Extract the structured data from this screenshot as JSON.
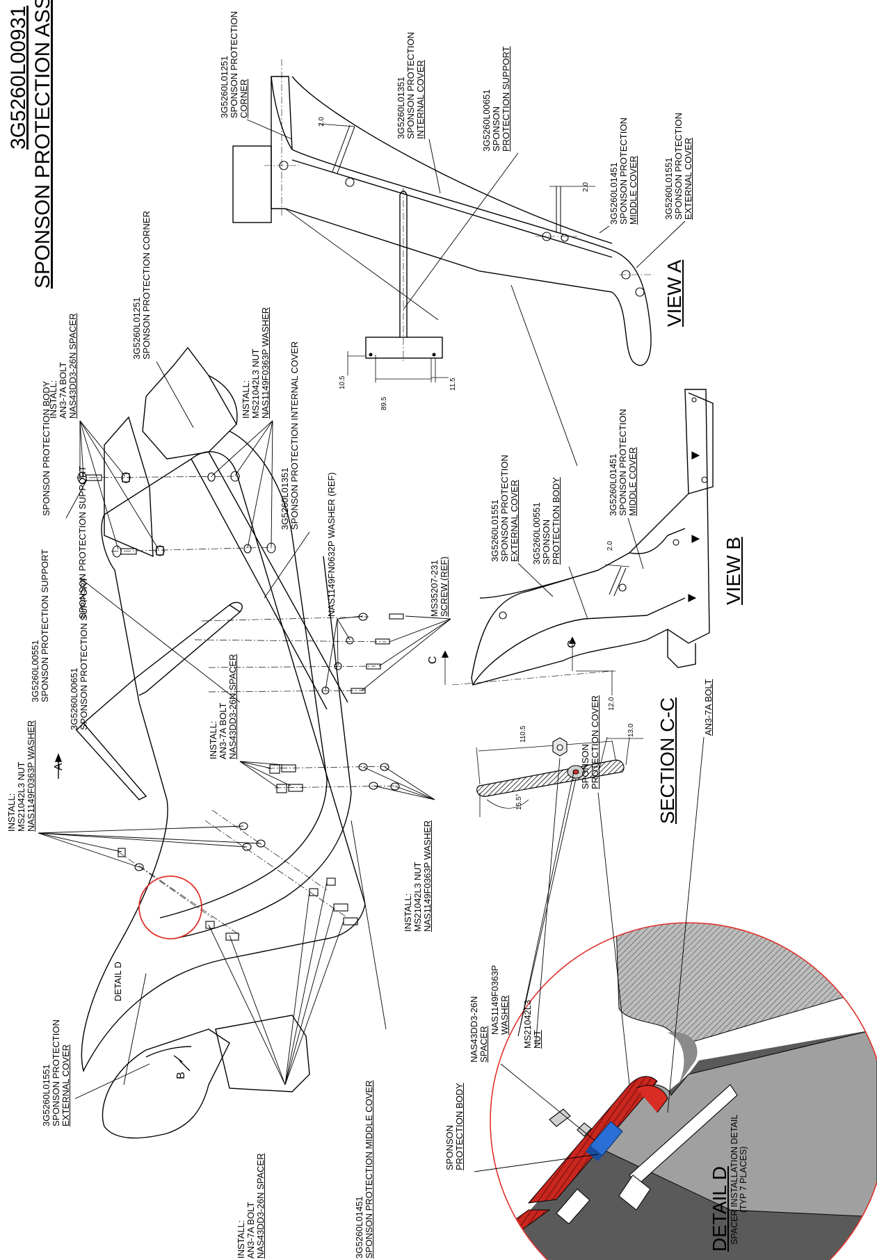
{
  "title": {
    "part_number": "3G5260L00931",
    "name": "SPONSON PROTECTION ASSY"
  },
  "views": {
    "view_a": "VIEW A",
    "view_b": "VIEW B",
    "section_cc": "SECTION C-C",
    "detail_d": "DETAIL D",
    "detail_d_caption": [
      "SPACER INSTALLATION DETAIL",
      "(TYP 7 PLACES)"
    ],
    "detail_d_ref": "DETAIL D"
  },
  "exploded_callouts": [
    {
      "id": "install-upper-bolt",
      "lines": [
        "INSTALL:",
        "AN3-7A BOLT",
        "NAS43DD3-26N SPACER"
      ]
    },
    {
      "id": "install-upper-nut",
      "lines": [
        "INSTALL:",
        "MS21042L3 NUT",
        "NAS1149F0363P WASHER"
      ]
    },
    {
      "id": "corner",
      "lines": [
        "3G5260L01251",
        "SPONSON PROTECTION CORNER"
      ]
    },
    {
      "id": "internal-cover",
      "lines": [
        "3G5260L01351",
        "SPONSON PROTECTION INTERNAL COVER"
      ]
    },
    {
      "id": "body",
      "lines": [
        "SPONSON PROTECTION BODY"
      ]
    },
    {
      "id": "support",
      "lines": [
        "SPONSON PROTECTION SUPPORT"
      ]
    },
    {
      "id": "body-pn",
      "lines": [
        "3G5260L00551",
        "SPONSON PROTECTION SUPPORT"
      ]
    },
    {
      "id": "washer-ref",
      "lines": [
        "NAS1149FN0632P WASHER (REF)"
      ]
    },
    {
      "id": "screw-ref",
      "lines": [
        "MS35207-231",
        "SCREW (REF)"
      ]
    },
    {
      "id": "support-pn",
      "lines": [
        "3G5260L00651",
        "SPONSON PROTECTION SUPPORT"
      ]
    },
    {
      "id": "install-mid-bolt",
      "lines": [
        "INSTALL:",
        "AN3-7A BOLT",
        "NAS43DD3-26N SPACER"
      ]
    },
    {
      "id": "install-left-nut",
      "lines": [
        "INSTALL:",
        "MS21042L3 NUT",
        "NAS1149F0363P WASHER"
      ]
    },
    {
      "id": "install-lower-nut",
      "lines": [
        "INSTALL:",
        "MS21042L3 NUT",
        "NAS1149F0363P WASHER"
      ]
    },
    {
      "id": "external-cover",
      "lines": [
        "3G5260L01551",
        "SPONSON PROTECTION",
        "EXTERNAL COVER"
      ]
    },
    {
      "id": "install-lower-bolt",
      "lines": [
        "INSTALL:",
        "AN3-7A BOLT",
        "NAS43DD3-26N SPACER"
      ]
    },
    {
      "id": "middle-cover",
      "lines": [
        "3G5260L01451",
        "SPONSON PROTECTION MIDDLE COVER"
      ]
    }
  ],
  "view_a_callouts": [
    {
      "id": "a-corner",
      "lines": [
        "3G5260L01251",
        "SPONSON PROTECTION",
        "CORNER"
      ]
    },
    {
      "id": "a-internal",
      "lines": [
        "3G5260L01351",
        "SPONSON PROTECTION",
        "INTERNAL COVER"
      ]
    },
    {
      "id": "a-support",
      "lines": [
        "3G5260L00651",
        "SPONSON",
        "PROTECTION SUPPORT"
      ]
    },
    {
      "id": "a-middle",
      "lines": [
        "3G5260L01451",
        "SPONSON PROTECTION",
        "MIDDLE COVER"
      ]
    },
    {
      "id": "a-external",
      "lines": [
        "3G5260L01551",
        "SPONSON PROTECTION",
        "EXTERNAL COVER"
      ]
    }
  ],
  "view_b_callouts": [
    {
      "id": "b-external",
      "lines": [
        "3G5260L01551",
        "SPONSON PROTECTION",
        "EXTERNAL COVER"
      ]
    },
    {
      "id": "b-body",
      "lines": [
        "3G5260L00551",
        "SPONSON",
        "PROTECTION BODY"
      ]
    },
    {
      "id": "b-middle",
      "lines": [
        "3G5260L01451",
        "SPONSON PROTECTION",
        "MIDDLE COVER"
      ]
    }
  ],
  "detail_d_callouts": [
    {
      "id": "d-body",
      "lines": [
        "SPONSON",
        "PROTECTION BODY"
      ]
    },
    {
      "id": "d-spacer",
      "lines": [
        "NAS43DD3-26N",
        "SPACER"
      ]
    },
    {
      "id": "d-washer",
      "lines": [
        "NAS1149F0363P",
        "WASHER"
      ]
    },
    {
      "id": "d-nut",
      "lines": [
        "MS21042L3",
        "NUT"
      ]
    },
    {
      "id": "d-cover",
      "lines": [
        "SPONSON",
        "PROTECTION COVER"
      ]
    },
    {
      "id": "d-bolt",
      "lines": [
        "AN3-7A BOLT"
      ]
    }
  ],
  "dimensions": {
    "view_a_gap_top": "2.0",
    "view_a_gap_mid": "2.0",
    "view_a_d1": "10.5",
    "view_a_d2": "89.5",
    "view_a_d3": "11.5",
    "view_b_gap": "2.0",
    "view_b_d1": "12.0",
    "section_len": "110.5",
    "section_thk": "13.0",
    "section_angle": "15.5°"
  },
  "view_letters": {
    "a": "A",
    "b": "B",
    "c_left": "C",
    "c_right": "C"
  },
  "colors": {
    "line": "#000000",
    "detail_circle": "#e0302a",
    "bolt_section": "#c8261e",
    "spacer": "#2a6fd6",
    "cover_gray": "#9a9a9a",
    "body_dark": "#5a5a5a"
  }
}
